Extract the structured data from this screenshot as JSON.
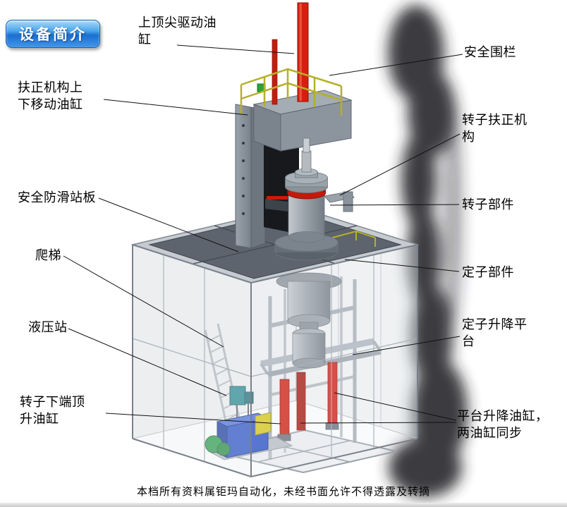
{
  "badge": {
    "label": "设备简介"
  },
  "labels": {
    "top_drive_cylinder": "上顶尖驱动油\n缸",
    "safety_fence": "安全围栏",
    "centering_move_cylinder": "扶正机构上\n下移动油缸",
    "rotor_centering_mechanism": "转子扶正机\n构",
    "antislip_platform": "安全防滑站板",
    "rotor_parts": "转子部件",
    "ladder": "爬梯",
    "stator_parts": "定子部件",
    "hydraulic_station": "液压站",
    "stator_lift_platform": "定子升降平\n台",
    "rotor_bottom_jack_cylinder": "转子下端顶\n升油缸",
    "platform_lift_cylinders": "平台升降油缸，\n两油缸同步"
  },
  "footer": {
    "text": "本档所有资料属钜玛自动化，未经书面允许不得透露及转摘"
  },
  "colors": {
    "badge_blue": "#2e8fe0",
    "cylinder_red": "#d21e11",
    "railing_yellow": "#b5b028",
    "platform_gray": "#5d646d",
    "hydraulic_blue": "#2a52c8",
    "motor_green": "#2f9e4e",
    "label_text": "#000000"
  }
}
